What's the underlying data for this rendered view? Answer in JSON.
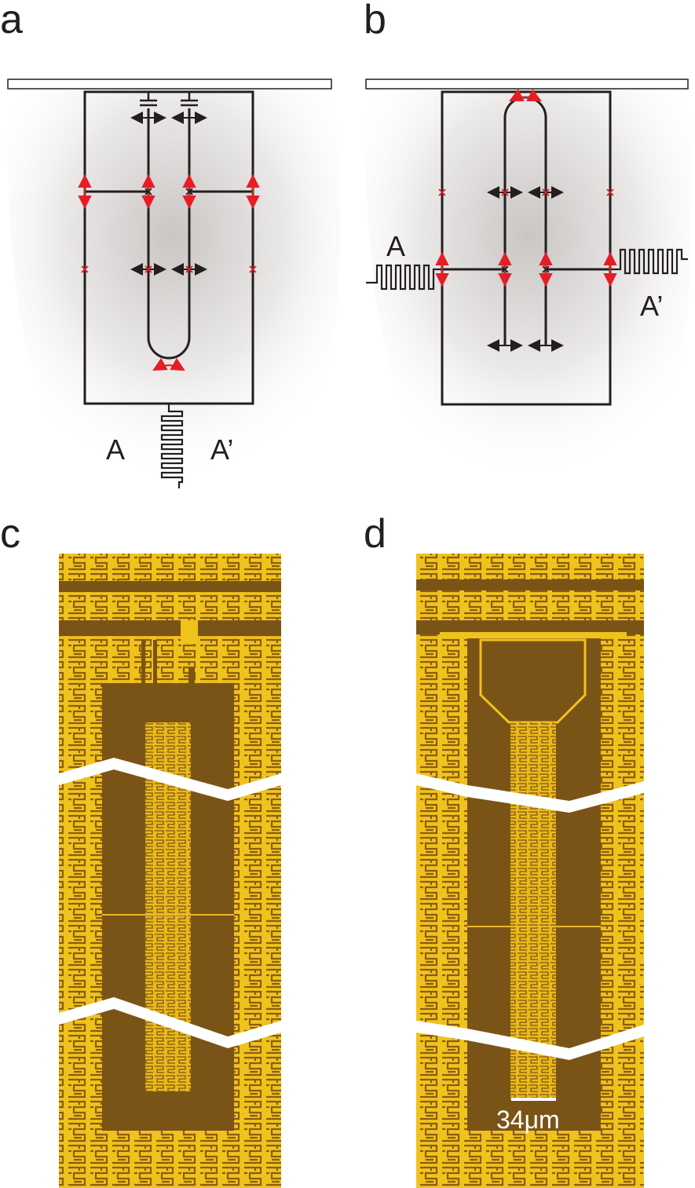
{
  "panels": {
    "a": {
      "letter": "a",
      "port_left": "A",
      "port_right": "A’"
    },
    "b": {
      "letter": "b",
      "port_left": "A",
      "port_right": "A’"
    },
    "c": {
      "letter": "c"
    },
    "d": {
      "letter": "d",
      "scale_bar_label": "34μm"
    }
  },
  "colors": {
    "ink": "#231f20",
    "red": "#e41e26",
    "gold_light": "#f2c51e",
    "gold_dark": "#7a5417",
    "gold_mid": "#d4a41a"
  }
}
